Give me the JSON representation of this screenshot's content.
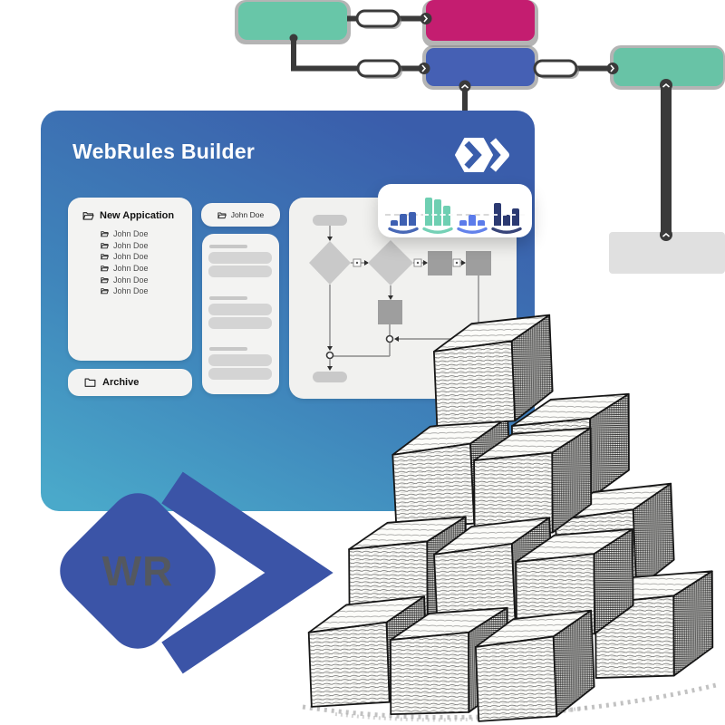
{
  "colors": {
    "line-dark": "#3a3a3a",
    "node-green": "#68c6a8",
    "node-pink": "#c41d70",
    "node-blue": "#4560b4",
    "node-teal": "#68c3a6",
    "logo-blue": "#3b54a7",
    "wr-text": "#54585f",
    "card-blue": "#3a5dab",
    "card-cyan": "#4aa9ca"
  },
  "app": {
    "title": "WebRules Builder"
  },
  "sidebar": {
    "section_title": "New Appication",
    "items": [
      "John Doe",
      "John Doe",
      "John Doe",
      "John Doe",
      "John Doe",
      "John Doe"
    ],
    "archive_label": "Archive"
  },
  "middle": {
    "header": "John Doe"
  },
  "wr_logo": {
    "text": "WR"
  },
  "chart_data": {
    "type": "bar",
    "title": "",
    "xlabel": "",
    "ylabel": "",
    "axis_labels_visible": false,
    "gridline": "single dashed horizontal",
    "groups": [
      {
        "name": "group-1",
        "color": "#3e60b2",
        "values": [
          6,
          13,
          15
        ]
      },
      {
        "name": "group-2",
        "color": "#6ecfb2",
        "values": [
          31,
          29,
          22
        ]
      },
      {
        "name": "group-3",
        "color": "#5b7bea",
        "values": [
          6,
          12,
          6
        ]
      },
      {
        "name": "group-4",
        "color": "#2c3a72",
        "values": [
          25,
          12,
          19
        ]
      }
    ],
    "unit": "relative-height-px"
  }
}
